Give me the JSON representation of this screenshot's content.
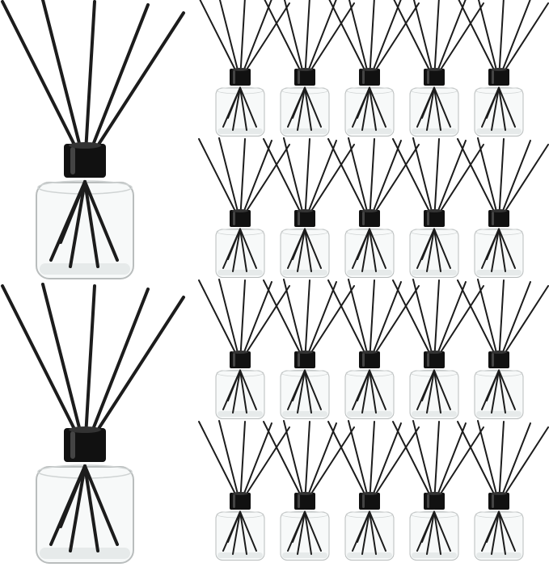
{
  "product_photo": {
    "subject": "reed-diffuser-set",
    "large_diffusers": 2,
    "small_diffusers": {
      "rows": 4,
      "columns": 5
    },
    "colors": {
      "background": "#ffffff",
      "reed_stick": "#1c1c1c",
      "cap": "#111111",
      "cap_highlight": "#5a5a5a",
      "glass_fill": "#f7f9f9",
      "glass_edge": "#b9bdbd"
    }
  }
}
